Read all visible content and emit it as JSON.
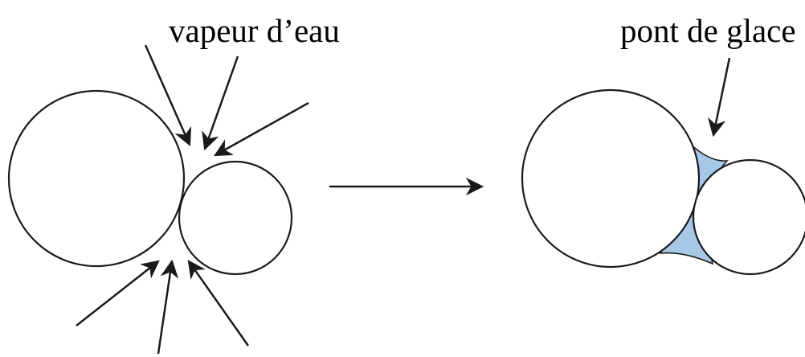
{
  "labels": {
    "vapor": "vapeur d’eau",
    "ice_bridge": "pont de glace"
  },
  "colors": {
    "stroke": "#1a1a1a",
    "ice_bridge_fill": "#a7c7e7"
  },
  "icons": {
    "arrow": "filled-triangle-arrowhead"
  }
}
